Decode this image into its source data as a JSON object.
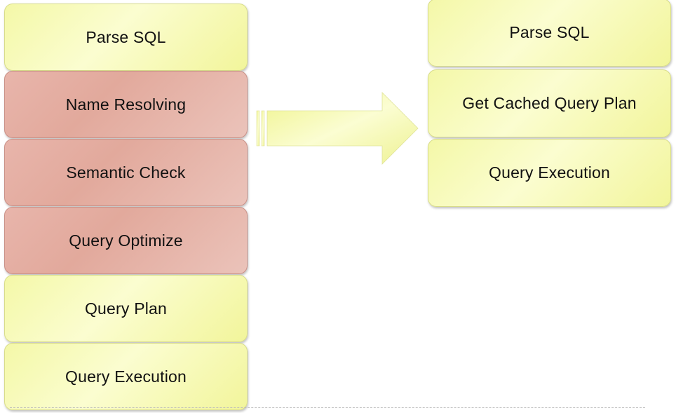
{
  "left_flow": {
    "steps": [
      {
        "label": "Parse SQL",
        "tone": "yellow"
      },
      {
        "label": "Name Resolving",
        "tone": "red"
      },
      {
        "label": "Semantic Check",
        "tone": "red"
      },
      {
        "label": "Query Optimize",
        "tone": "red"
      },
      {
        "label": "Query Plan",
        "tone": "yellow"
      },
      {
        "label": "Query Execution",
        "tone": "yellow"
      }
    ]
  },
  "right_flow": {
    "steps": [
      {
        "label": "Parse SQL",
        "tone": "yellow"
      },
      {
        "label": "Get Cached Query Plan",
        "tone": "yellow"
      },
      {
        "label": "Query Execution",
        "tone": "yellow"
      }
    ]
  },
  "colors": {
    "yellow_fill": "#f6f9b4",
    "red_fill": "#e4ada1",
    "arrow_fill": "#f2f69c"
  }
}
